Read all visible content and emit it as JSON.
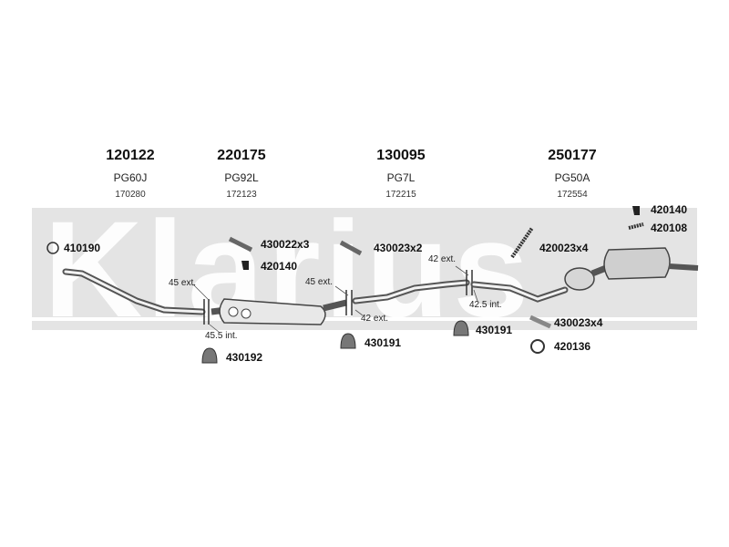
{
  "brand": {
    "watermark": "Klarius"
  },
  "sections": [
    {
      "part_no": "120122",
      "code": "PG60J",
      "ref": "170280"
    },
    {
      "part_no": "220175",
      "code": "PG92L",
      "ref": "172123"
    },
    {
      "part_no": "130095",
      "code": "PG7L",
      "ref": "172215"
    },
    {
      "part_no": "250177",
      "code": "PG50A",
      "ref": "172554"
    }
  ],
  "fittings": {
    "f410190": "410190",
    "f430022x3": "430022x3",
    "f420140a": "420140",
    "f430023x2": "430023x2",
    "f420023x4": "420023x4",
    "f420140b": "420140",
    "f420108": "420108",
    "f430192": "430192",
    "f430191a": "430191",
    "f430191b": "430191",
    "f430023x4": "430023x4",
    "f420136": "420136"
  },
  "dimensions": {
    "d45ext_a": "45 ext.",
    "d45_5int": "45.5 int.",
    "d45ext_b": "45 ext.",
    "d42ext_a": "42 ext.",
    "d42ext_b": "42 ext.",
    "d42_5int": "42.5 int."
  }
}
